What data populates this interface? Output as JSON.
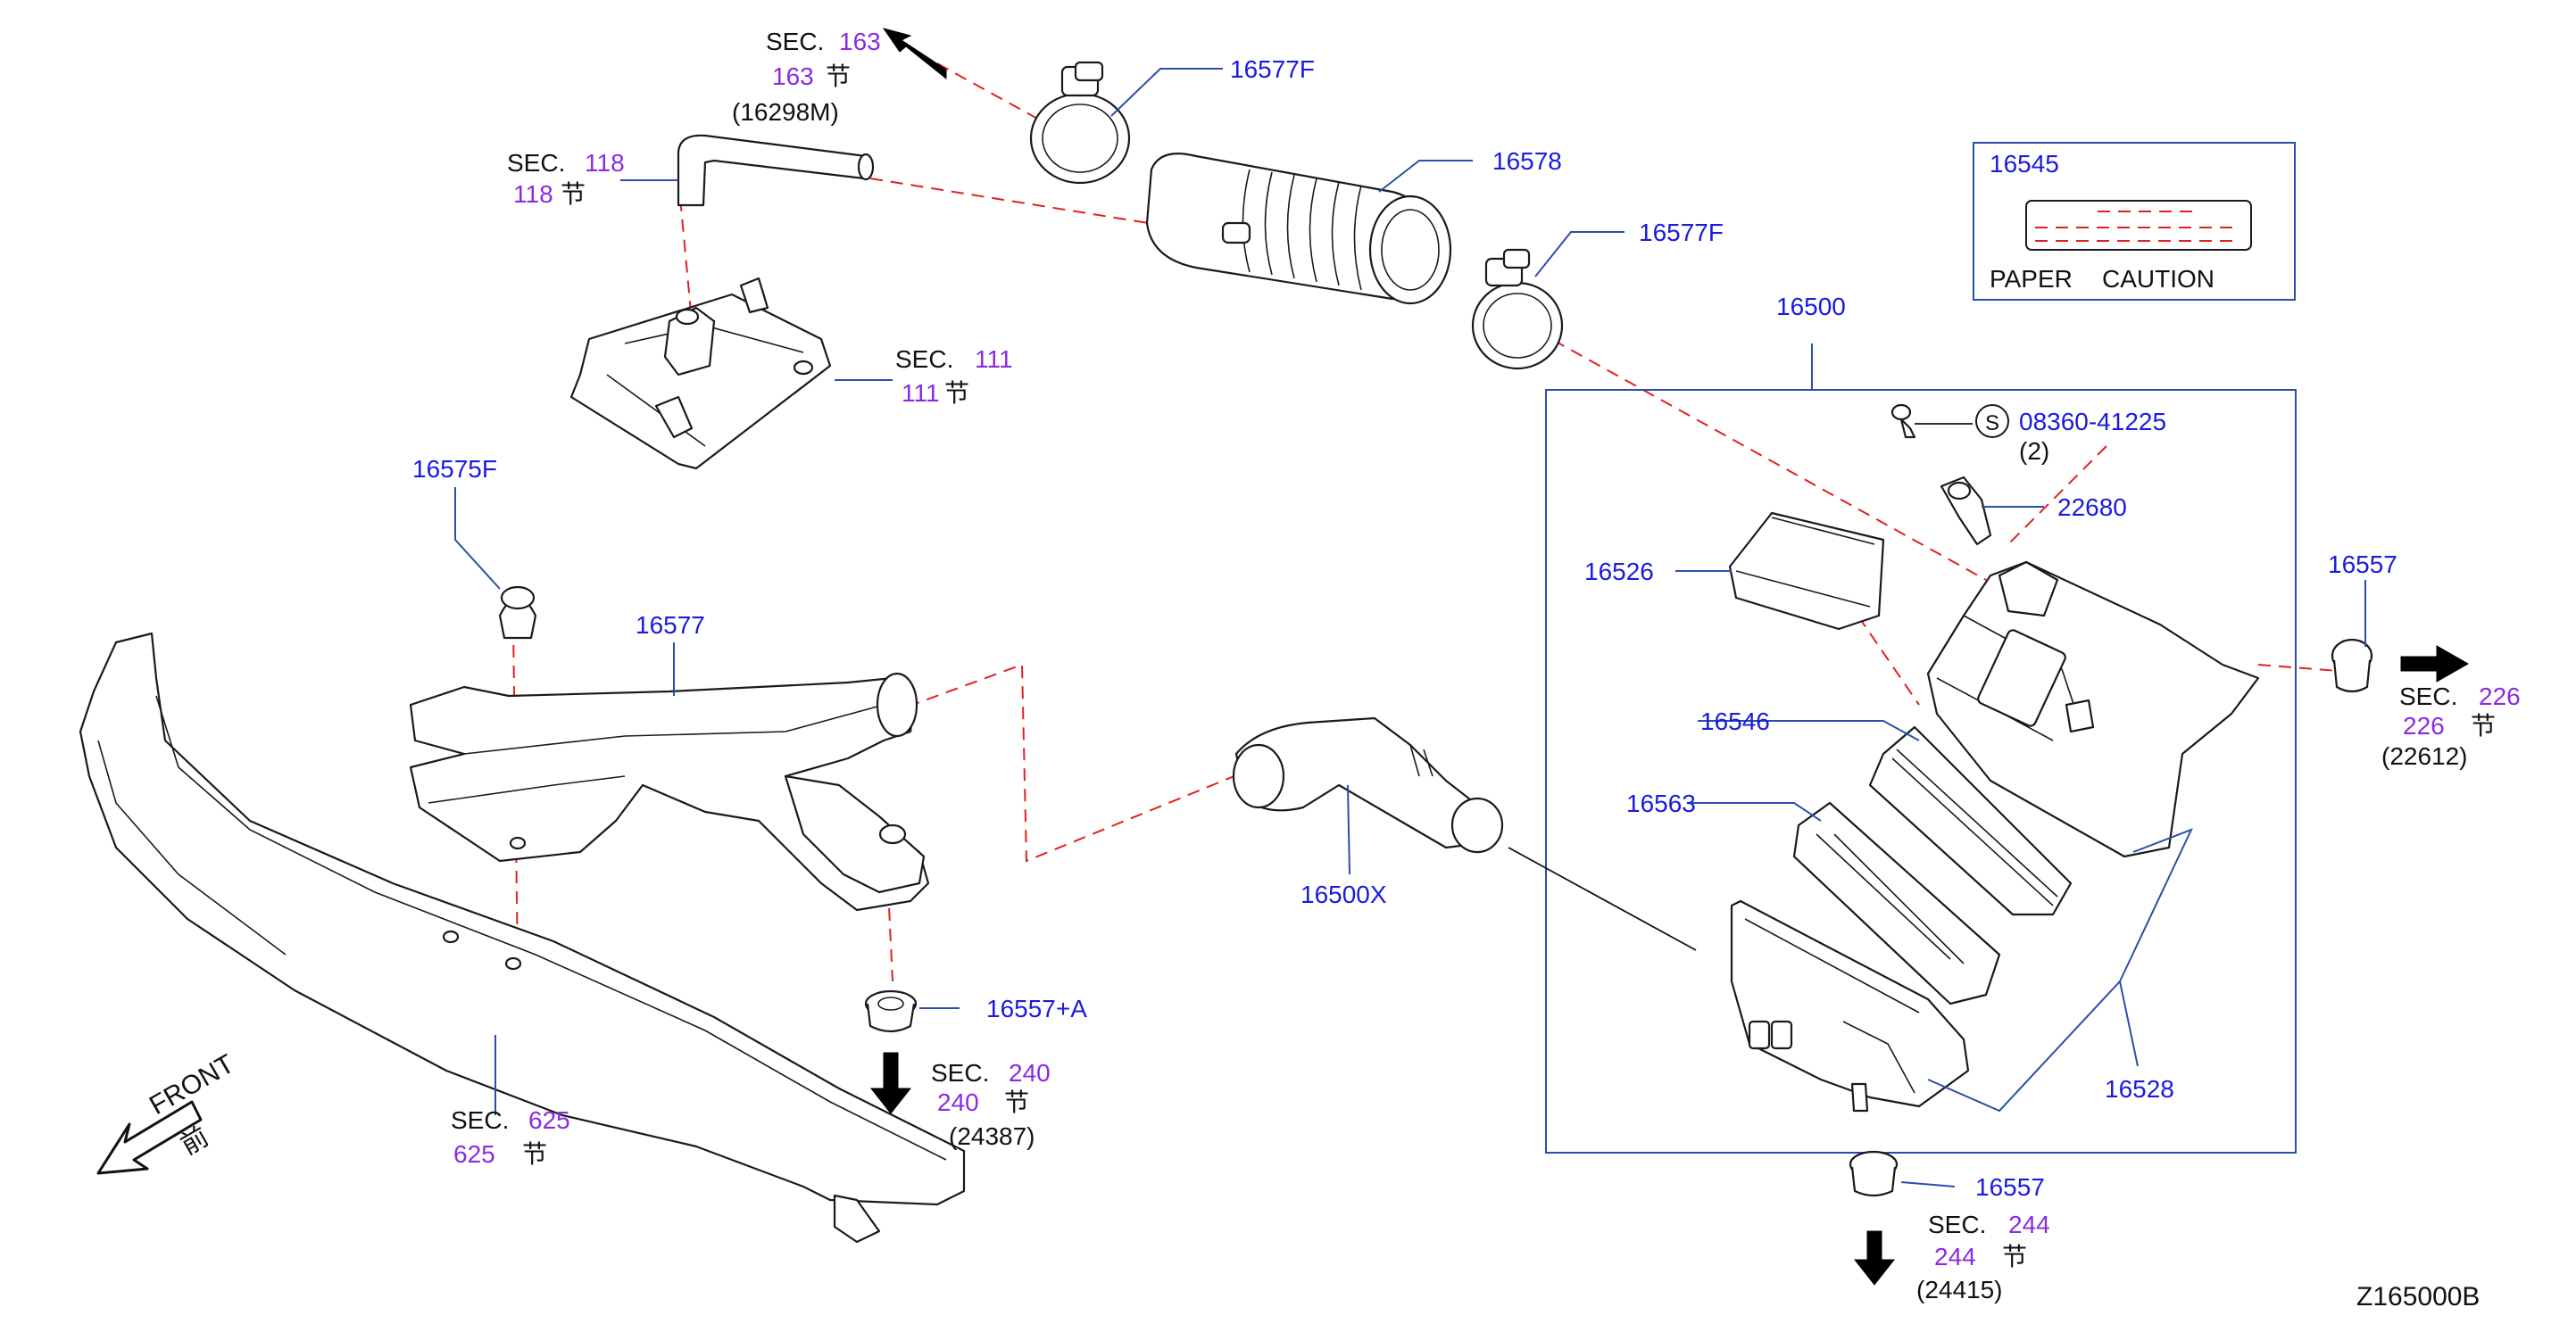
{
  "diagram_id": "Z165000B",
  "front_label": {
    "text": "FRONT",
    "cjk": "前"
  },
  "sec_prefix": "SEC.",
  "jie": "节",
  "sec_refs": {
    "s163": {
      "num": "163",
      "code": "(16298M)"
    },
    "s118": {
      "num": "118"
    },
    "s111": {
      "num": "111"
    },
    "s625": {
      "num": "625"
    },
    "s240": {
      "num": "240",
      "code": "(24387)"
    },
    "s226": {
      "num": "226",
      "code": "(22612)"
    },
    "s244": {
      "num": "244",
      "code": "(24415)"
    }
  },
  "parts": {
    "p16577F_top": "16577F",
    "p16578": "16578",
    "p16577F_mid": "16577F",
    "p16500": "16500",
    "p16545": "16545",
    "p08360": "08360-41225",
    "p08360_qty": "(2)",
    "p08360_symbol": "S",
    "p22680": "22680",
    "p16526": "16526",
    "p16557_right": "16557",
    "p16546": "16546",
    "p16563": "16563",
    "p16500X": "16500X",
    "p16528": "16528",
    "p16557_bottom": "16557",
    "p16575F": "16575F",
    "p16577": "16577",
    "p16557A": "16557+A"
  },
  "caution_label": {
    "line1": "PAPER",
    "line2": "CAUTION"
  },
  "icons": [
    "front-arrow-icon",
    "direction-arrow-icon"
  ],
  "colors": {
    "part_number": "#1a1ae0",
    "section_number": "#8a2be2",
    "leader": "#2a4fa8",
    "dashed": "#e02020"
  }
}
